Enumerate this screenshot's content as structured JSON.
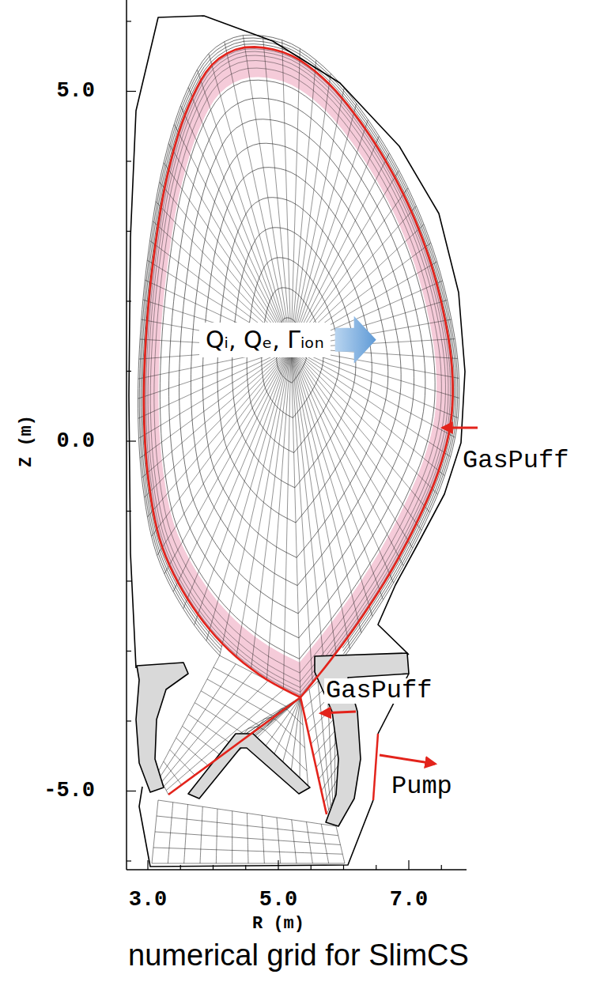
{
  "diagram": {
    "caption": "numerical grid for SlimCS",
    "nodes": [
      {
        "text": [
          "Qᵢ, Qₑ, Γᵢₒₙ"
        ]
      }
    ],
    "labels": [
      "5.0",
      "0.0",
      "-5.0",
      "3.0",
      "5.0",
      "7.0",
      "Z (m)",
      "R (m)",
      "GasPuff",
      "GasPuff",
      "Pump"
    ]
  }
}
